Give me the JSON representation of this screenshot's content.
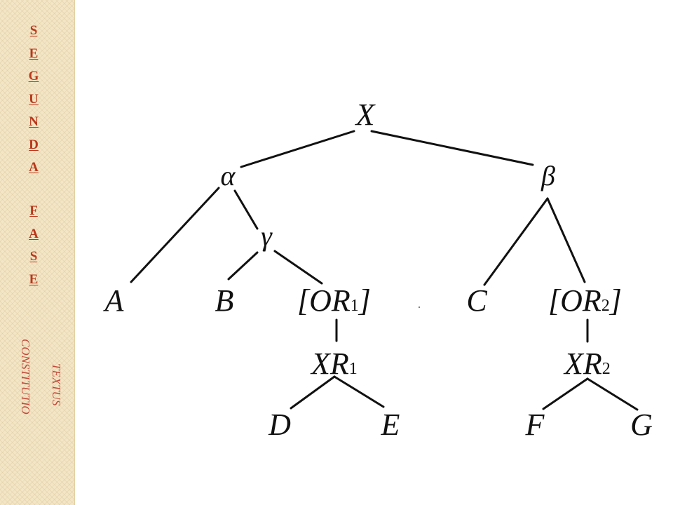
{
  "sidebar": {
    "word1_letters": [
      "S",
      "E",
      "G",
      "U",
      "N",
      "D",
      "A"
    ],
    "word2_letters": [
      "F",
      "A",
      "S",
      "E"
    ],
    "word1_color": "#b9371b",
    "rotated_text_1": "CONSTITUTIO",
    "rotated_text_2": "TEXTUS",
    "rotated_color": "#c2493a",
    "background_color": "#f3e6c6"
  },
  "tree": {
    "root": "X",
    "alpha": "α",
    "beta": "β",
    "gamma": "γ",
    "a": "A",
    "b": "B",
    "or1": "[OR",
    "or1_sub": "1",
    "or1_close": "]",
    "c": "C",
    "or2": "[OR",
    "or2_sub": "2",
    "or2_close": "]",
    "xr1": "XR",
    "xr1_sub": "1",
    "xr2": "XR",
    "xr2_sub": "2",
    "d": "D",
    "e": "E",
    "f": "F",
    "g": "G"
  }
}
